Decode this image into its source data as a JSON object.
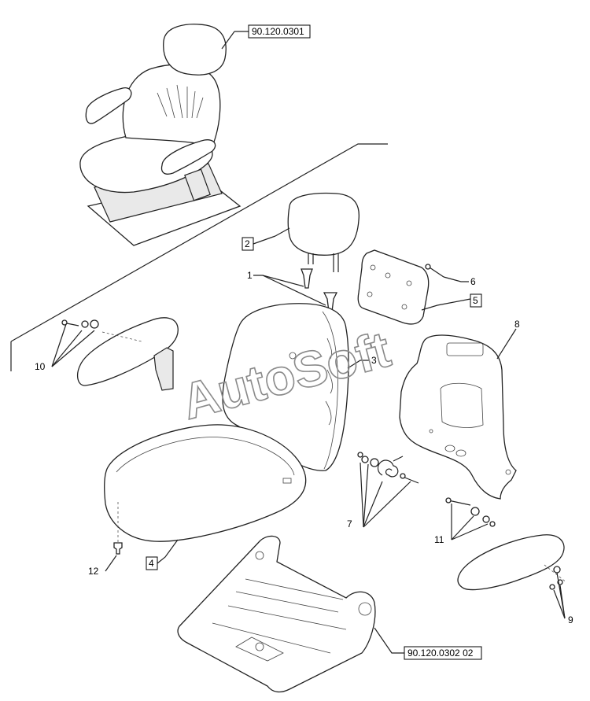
{
  "watermark": "AutoSoft",
  "references": {
    "top": "90.120.0301",
    "bottom": "90.120.0302 02"
  },
  "boxed_callouts": {
    "c2": "2",
    "c4": "4",
    "c5": "5"
  },
  "callouts": {
    "c1": "1",
    "c3": "3",
    "c6": "6",
    "c7": "7",
    "c8": "8",
    "c9": "9",
    "c10": "10",
    "c11": "11",
    "c12": "12"
  }
}
